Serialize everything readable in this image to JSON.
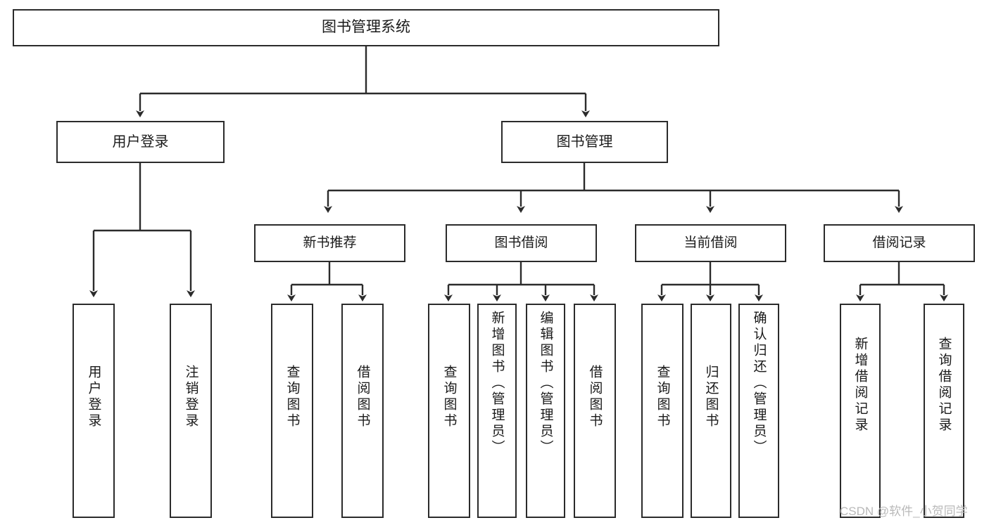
{
  "diagram": {
    "type": "hierarchy-tree",
    "title": "图书管理系统",
    "root": {
      "label": "图书管理系统"
    },
    "level2": [
      {
        "label": "用户登录"
      },
      {
        "label": "图书管理"
      }
    ],
    "level3": [
      {
        "label": "新书推荐"
      },
      {
        "label": "图书借阅"
      },
      {
        "label": "当前借阅"
      },
      {
        "label": "借阅记录"
      }
    ],
    "leaves": {
      "user_login": [
        {
          "label": "用户登录"
        },
        {
          "label": "注销登录"
        }
      ],
      "new_book_recommend": [
        {
          "label": "查询图书"
        },
        {
          "label": "借阅图书"
        }
      ],
      "book_borrow": [
        {
          "label": "查询图书"
        },
        {
          "label": "新增图书（管理员）"
        },
        {
          "label": "编辑图书（管理员）"
        },
        {
          "label": "借阅图书"
        }
      ],
      "current_borrow": [
        {
          "label": "查询图书"
        },
        {
          "label": "归还图书"
        },
        {
          "label": "确认归还（管理员）"
        }
      ],
      "borrow_record": [
        {
          "label": "新增借阅记录"
        },
        {
          "label": "查询借阅记录"
        }
      ]
    }
  },
  "watermark": {
    "text": "CSDN @软件_小贺同学"
  },
  "colors": {
    "stroke": "#2b2b2b",
    "background": "#ffffff",
    "text": "#1a1a1a",
    "watermark": "#b9b9b9"
  }
}
